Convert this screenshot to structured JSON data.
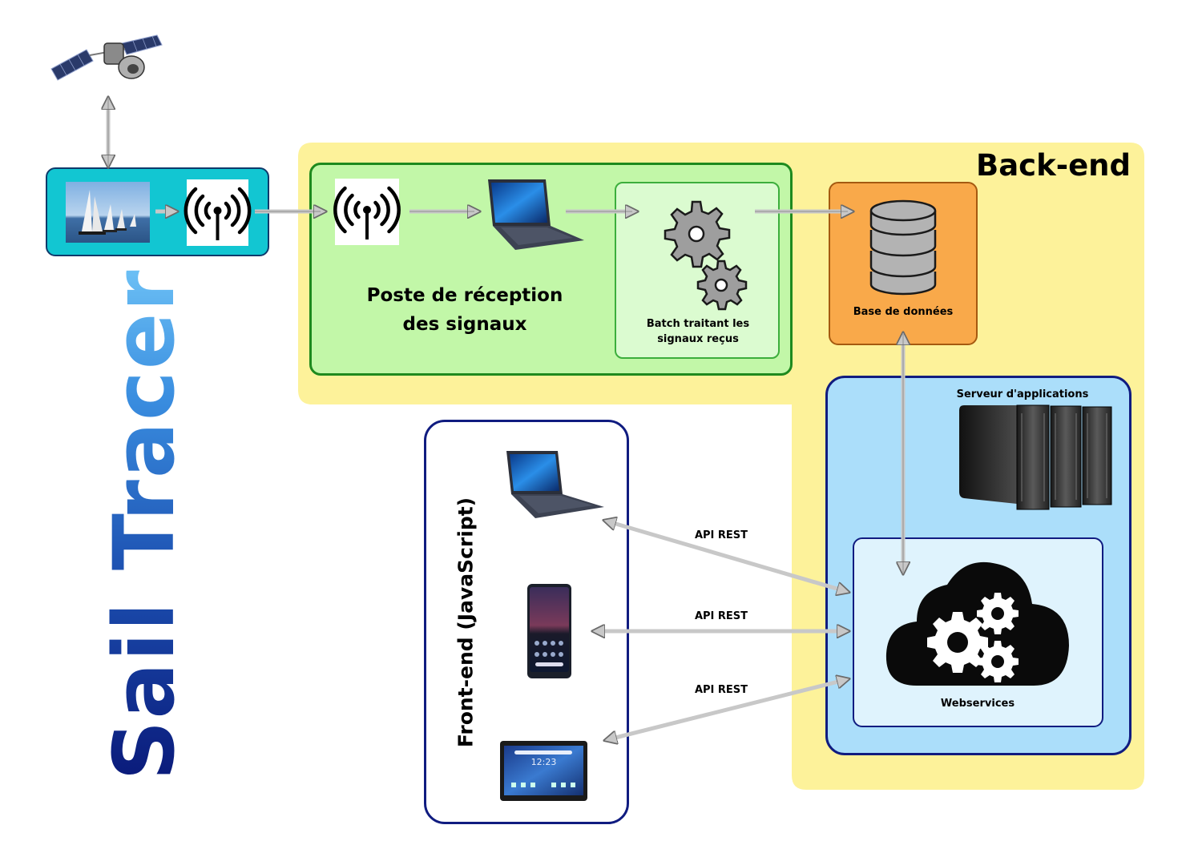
{
  "title": "Sail Tracer",
  "backend": {
    "title": "Back-end"
  },
  "reception": {
    "label_line1": "Poste de réception",
    "label_line2": "des signaux"
  },
  "batch": {
    "label_line1": "Batch traitant les",
    "label_line2": "signaux reçus"
  },
  "database": {
    "label": "Base de données"
  },
  "app_server": {
    "label": "Serveur d'applications"
  },
  "webservices": {
    "label": "Webservices"
  },
  "frontend": {
    "label": "Front-end (JavaScript)"
  },
  "api_links": [
    "API REST",
    "API REST",
    "API REST"
  ],
  "tablet": {
    "clock": "12:23"
  },
  "colors": {
    "backend_bg": "#fdf29a",
    "reception_bg": "#c2f7a8",
    "reception_border": "#1e8a1e",
    "batch_bg": "#dbfbd0",
    "database_bg": "#f9a94a",
    "server_bg": "#abdefa",
    "server_border": "#101c80",
    "webservices_bg": "#dff3fd",
    "source_bg": "#12c6d2",
    "frontend_border": "#101c80",
    "arrow": "#c8c8c8"
  }
}
